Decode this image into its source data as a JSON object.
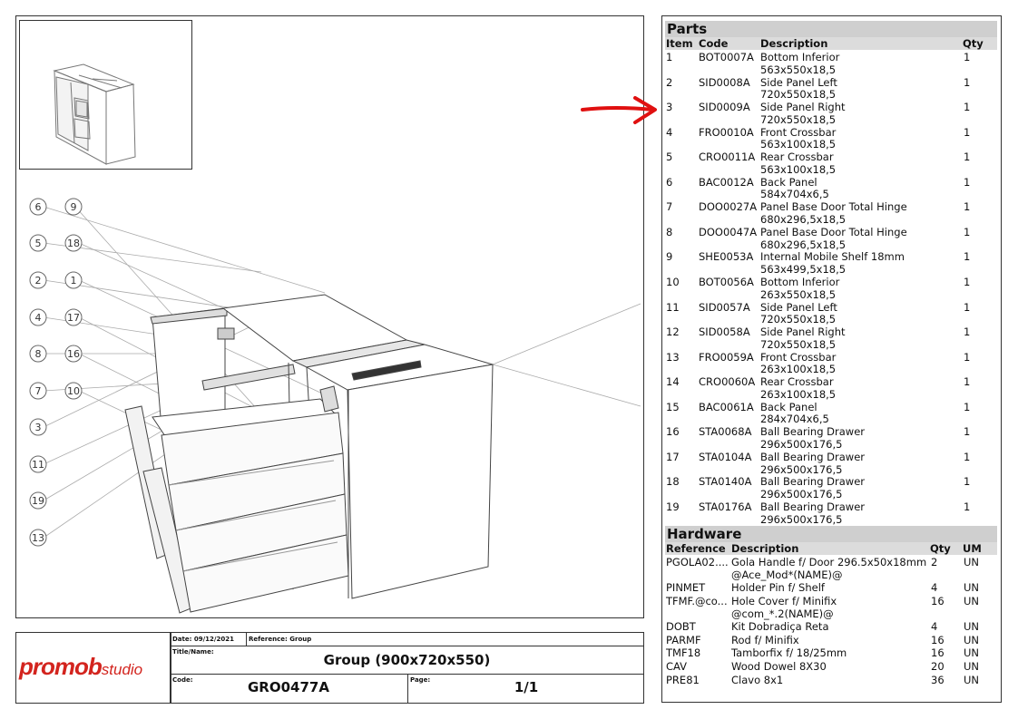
{
  "parts": {
    "title": "Parts",
    "headers": {
      "item": "Item",
      "code": "Code",
      "description": "Description",
      "qty": "Qty"
    },
    "rows": [
      {
        "item": "1",
        "code": "BOT0007A",
        "desc": "Bottom Inferior",
        "dims": "563x550x18,5",
        "qty": "1"
      },
      {
        "item": "2",
        "code": "SID0008A",
        "desc": "Side Panel Left",
        "dims": "720x550x18,5",
        "qty": "1"
      },
      {
        "item": "3",
        "code": "SID0009A",
        "desc": "Side Panel Right",
        "dims": "720x550x18,5",
        "qty": "1"
      },
      {
        "item": "4",
        "code": "FRO0010A",
        "desc": "Front Crossbar",
        "dims": "563x100x18,5",
        "qty": "1"
      },
      {
        "item": "5",
        "code": "CRO0011A",
        "desc": "Rear Crossbar",
        "dims": "563x100x18,5",
        "qty": "1"
      },
      {
        "item": "6",
        "code": "BAC0012A",
        "desc": "Back Panel",
        "dims": "584x704x6,5",
        "qty": "1"
      },
      {
        "item": "7",
        "code": "DOO0027A",
        "desc": "Panel Base Door Total Hinge",
        "dims": "680x296,5x18,5",
        "qty": "1"
      },
      {
        "item": "8",
        "code": "DOO0047A",
        "desc": "Panel Base Door Total Hinge",
        "dims": "680x296,5x18,5",
        "qty": "1"
      },
      {
        "item": "9",
        "code": "SHE0053A",
        "desc": "Internal Mobile Shelf 18mm",
        "dims": "563x499,5x18,5",
        "qty": "1"
      },
      {
        "item": "10",
        "code": "BOT0056A",
        "desc": "Bottom Inferior",
        "dims": "263x550x18,5",
        "qty": "1"
      },
      {
        "item": "11",
        "code": "SID0057A",
        "desc": "Side Panel Left",
        "dims": "720x550x18,5",
        "qty": "1"
      },
      {
        "item": "12",
        "code": "SID0058A",
        "desc": "Side Panel Right",
        "dims": "720x550x18,5",
        "qty": "1"
      },
      {
        "item": "13",
        "code": "FRO0059A",
        "desc": "Front Crossbar",
        "dims": "263x100x18,5",
        "qty": "1"
      },
      {
        "item": "14",
        "code": "CRO0060A",
        "desc": "Rear Crossbar",
        "dims": "263x100x18,5",
        "qty": "1"
      },
      {
        "item": "15",
        "code": "BAC0061A",
        "desc": "Back Panel",
        "dims": "284x704x6,5",
        "qty": "1"
      },
      {
        "item": "16",
        "code": "STA0068A",
        "desc": "Ball Bearing Drawer",
        "dims": "296x500x176,5",
        "qty": "1"
      },
      {
        "item": "17",
        "code": "STA0104A",
        "desc": "Ball Bearing Drawer",
        "dims": "296x500x176,5",
        "qty": "1"
      },
      {
        "item": "18",
        "code": "STA0140A",
        "desc": "Ball Bearing Drawer",
        "dims": "296x500x176,5",
        "qty": "1"
      },
      {
        "item": "19",
        "code": "STA0176A",
        "desc": "Ball Bearing Drawer",
        "dims": "296x500x176,5",
        "qty": "1"
      }
    ]
  },
  "hardware": {
    "title": "Hardware",
    "headers": {
      "reference": "Reference",
      "description": "Description",
      "qty": "Qty",
      "um": "UM"
    },
    "rows": [
      {
        "ref": "PGOLA02....",
        "desc": "Gola Handle f/ Door 296.5x50x18mm",
        "desc2": "@Ace_Mod*(NAME)@",
        "qty": "2",
        "um": "UN"
      },
      {
        "ref": "PINMET",
        "desc": "Holder Pin f/ Shelf",
        "desc2": "",
        "qty": "4",
        "um": "UN"
      },
      {
        "ref": "TFMF.@co...",
        "desc": "Hole Cover f/ Minifix",
        "desc2": "@com_*.2(NAME)@",
        "qty": "16",
        "um": "UN"
      },
      {
        "ref": "DOBT",
        "desc": "Kit Dobradiça Reta",
        "desc2": "",
        "qty": "4",
        "um": "UN"
      },
      {
        "ref": "PARMF",
        "desc": "Rod f/ Minifix",
        "desc2": "",
        "qty": "16",
        "um": "UN"
      },
      {
        "ref": "TMF18",
        "desc": "Tamborfix f/ 18/25mm",
        "desc2": "",
        "qty": "16",
        "um": "UN"
      },
      {
        "ref": "CAV",
        "desc": "Wood Dowel 8X30",
        "desc2": "",
        "qty": "20",
        "um": "UN"
      },
      {
        "ref": "PRE81",
        "desc": "Clavo 8x1",
        "desc2": "",
        "qty": "36",
        "um": "UN"
      }
    ]
  },
  "title_block": {
    "logo_main": "promob",
    "logo_sub": "studio",
    "date_label": "Date: 09/12/2021",
    "reference_label": "Reference: Group",
    "title_label": "Title/Name:",
    "title_value": "Group (900x720x550)",
    "code_label": "Code:",
    "code_value": "GRO0477A",
    "page_label": "Page:",
    "page_value": "1/1"
  },
  "callouts": [
    "6",
    "9",
    "5",
    "18",
    "2",
    "1",
    "4",
    "17",
    "8",
    "16",
    "7",
    "10",
    "3",
    "11",
    "19",
    "13"
  ],
  "colors": {
    "logo_red": "#d3241e",
    "arrow_red": "#e01010",
    "header_gray": "#cfcfcf"
  }
}
